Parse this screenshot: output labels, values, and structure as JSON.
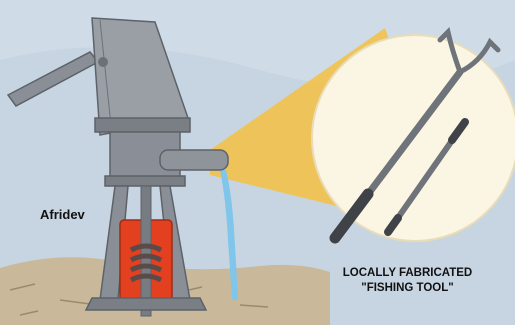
{
  "pump_label": "Afridev",
  "caption": {
    "line1": "LOCALLY FABRICATED",
    "line2": "\"FISHING TOOL\""
  },
  "colors": {
    "background": "#cfdbe7",
    "pump_body": "#8a8f97",
    "inset_circle": "#fbf5e4",
    "magnifier_cone": "#f2c24b",
    "cylinder": "#e2401f",
    "ground": "#c9b99a",
    "water": "#7fc6ea"
  },
  "icons": {
    "pump": "hand-pump-illustration",
    "tool": "fishing-tool-illustration"
  }
}
